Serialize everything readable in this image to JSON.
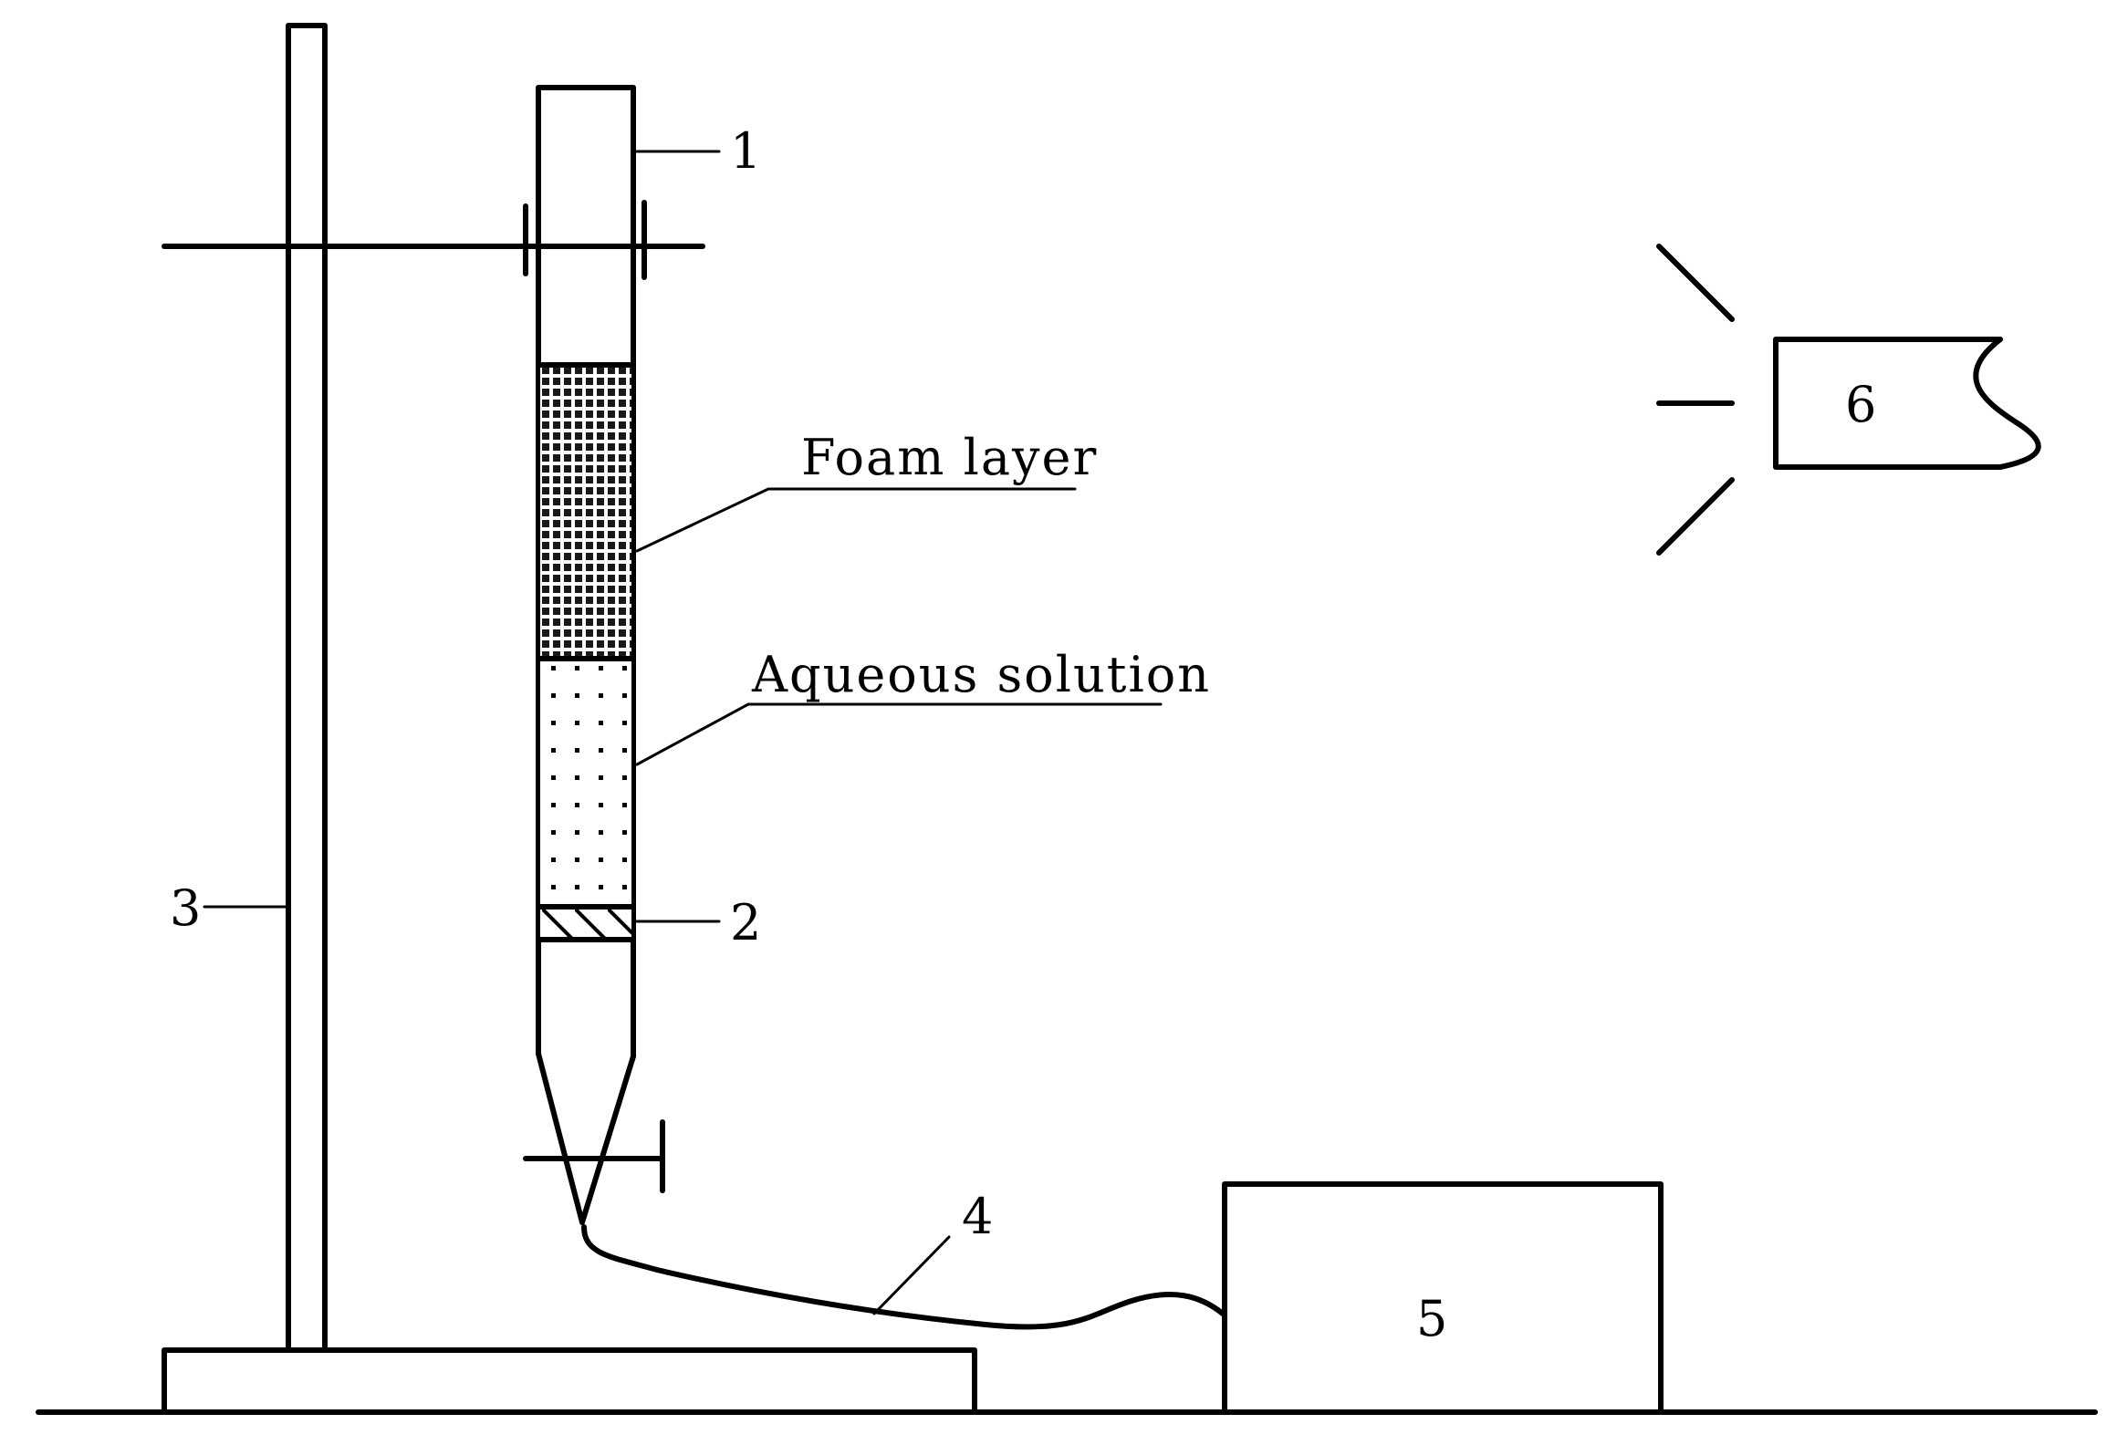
{
  "labels": {
    "item1": "1",
    "item2": "2",
    "item3": "3",
    "item4": "4",
    "item5": "5",
    "item6": "6",
    "foam_layer": "Foam layer",
    "aqueous_solution": "Aqueous solution"
  },
  "colors": {
    "stroke": "#000000",
    "background": "#ffffff"
  }
}
